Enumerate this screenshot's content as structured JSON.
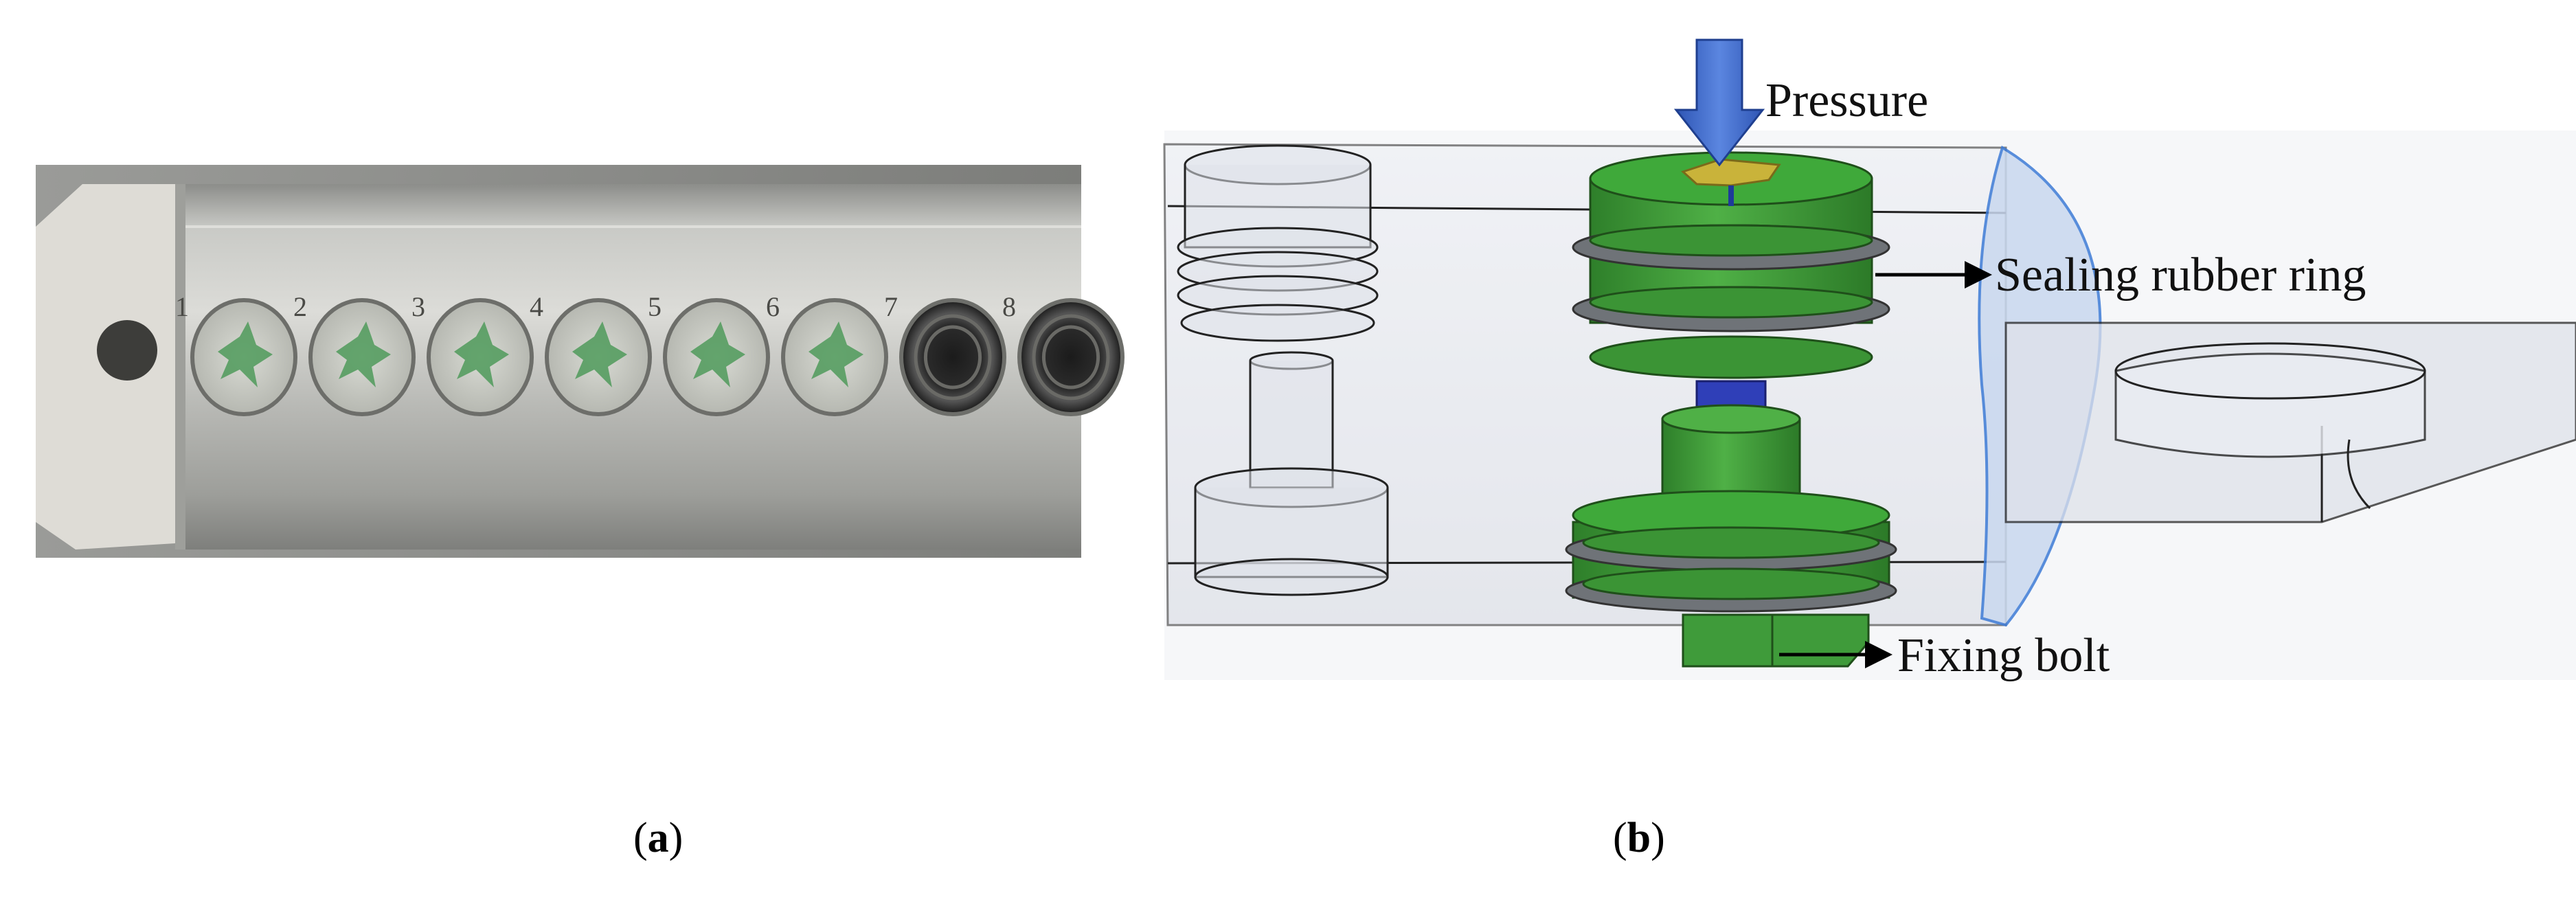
{
  "panels": [
    {
      "id": "a",
      "label": "a",
      "slot_numbers": [
        "1",
        "2",
        "3",
        "4",
        "5",
        "6",
        "7",
        "8"
      ]
    },
    {
      "id": "b",
      "label": "b"
    }
  ],
  "annotations": {
    "pressure": "Pressure",
    "sealing_ring": "Sealing rubber ring",
    "fixing_bolt": "Fixing bolt"
  },
  "colors": {
    "steel": "#b8b9b5",
    "sample_green": "#4f9a5a",
    "part_green": "#3f9b3a",
    "arrow_blue": "#3f6fd0",
    "rubber_gray": "#6f7378",
    "housing_glass": "#d8dce6"
  }
}
